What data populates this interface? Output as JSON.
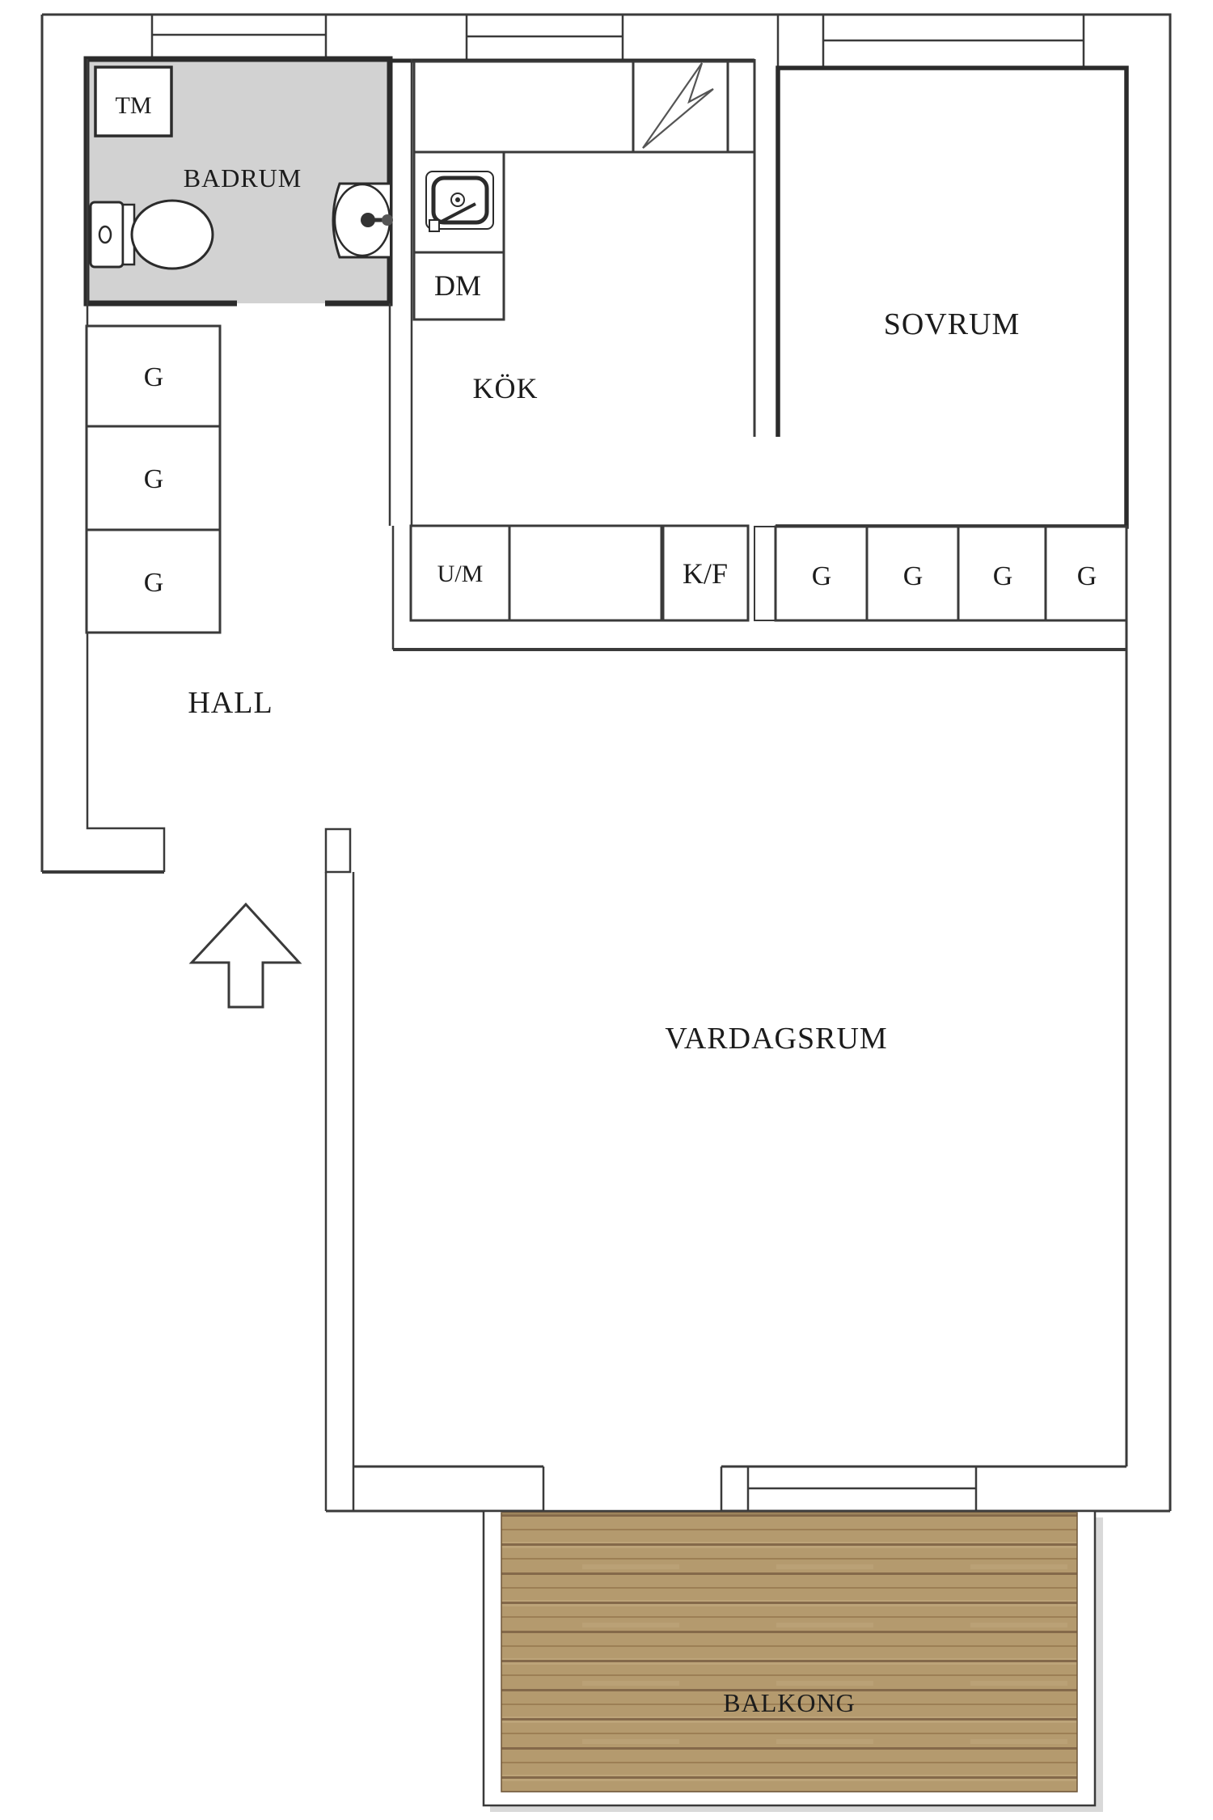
{
  "plan": {
    "rooms": {
      "badrum": {
        "label": "BADRUM"
      },
      "kok": {
        "label": "KÖK"
      },
      "sovrum": {
        "label": "SOVRUM"
      },
      "hall": {
        "label": "HALL"
      },
      "vardagsrum": {
        "label": "VARDAGSRUM"
      },
      "balkong": {
        "label": "BALKONG"
      }
    },
    "fixtures": {
      "washing_machine": "TM",
      "dishwasher": "DM",
      "oven_microwave": "U/M",
      "fridge_freezer": "K/F",
      "wardrobe": "G"
    },
    "icons": {
      "stove": "lightning-bolt-symbol",
      "kitchen_sink": "sink-symbol",
      "toilet": "toilet-symbol",
      "washbasin": "washbasin-symbol",
      "entrance": "entrance-arrow"
    },
    "colors": {
      "wall_line": "#3a3a3a",
      "room_border": "#2b2b2b",
      "badrum_floor": "#d2d2d2",
      "wood_base": "#b49a6e",
      "wood_dark": "#84694a",
      "wood_mid": "#9c7f55",
      "wood_light": "#c4ac81",
      "wood_edge": "#6e5638"
    }
  }
}
